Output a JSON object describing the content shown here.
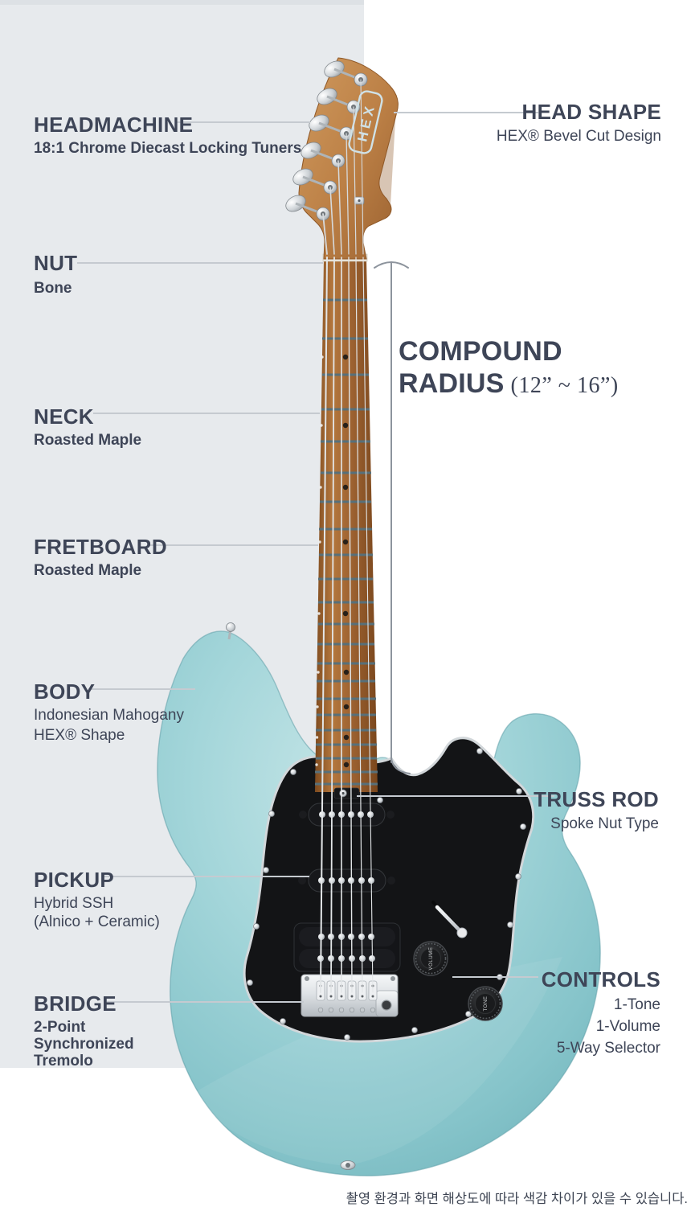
{
  "page": {
    "footer": "촬영 환경과 화면 해상도에 따라 색감 차이가 있을 수 있습니다."
  },
  "labels": {
    "headmachine": {
      "title": "HEADMACHINE",
      "subtitle": "18:1 Chrome Diecast Locking Tuners"
    },
    "head_shape": {
      "title": "HEAD SHAPE",
      "subtitle": "HEX® Bevel Cut Design"
    },
    "nut": {
      "title": "NUT",
      "subtitle": "Bone"
    },
    "compound_radius": {
      "line1": "COMPOUND",
      "line2": "RADIUS",
      "range": "(12” ~ 16”)"
    },
    "neck": {
      "title": "NECK",
      "subtitle": "Roasted Maple"
    },
    "fretboard": {
      "title": "FRETBOARD",
      "subtitle": "Roasted Maple"
    },
    "body": {
      "title": "BODY",
      "subtitle_line1": "Indonesian Mahogany",
      "subtitle_line2": "HEX® Shape"
    },
    "truss_rod": {
      "title": "TRUSS ROD",
      "subtitle": "Spoke Nut Type"
    },
    "pickup": {
      "title": "PICKUP",
      "subtitle_line1": "Hybrid SSH",
      "subtitle_line2": "(Alnico + Ceramic)"
    },
    "controls": {
      "title": "CONTROLS",
      "items": [
        "1-Tone",
        "1-Volume",
        "5-Way Selector"
      ]
    },
    "bridge": {
      "title": "BRIDGE",
      "subtitle_line1": "2-Point",
      "subtitle_line2": "Synchronized",
      "subtitle_line3": "Tremolo"
    }
  },
  "guitar": {
    "logo": "HEX",
    "knob_volume": "VOLUME",
    "knob_tone": "TONE",
    "colors": {
      "body_teal": "#9ed3d7",
      "pickguard": "#131416",
      "neck_wood": "#9c6130",
      "headstock_wood": "#c08449",
      "chrome": "#d9dcdf",
      "panel_gray": "#e7eaed",
      "label_text": "#3e4557",
      "pointer_line": "#c5cad0"
    }
  }
}
